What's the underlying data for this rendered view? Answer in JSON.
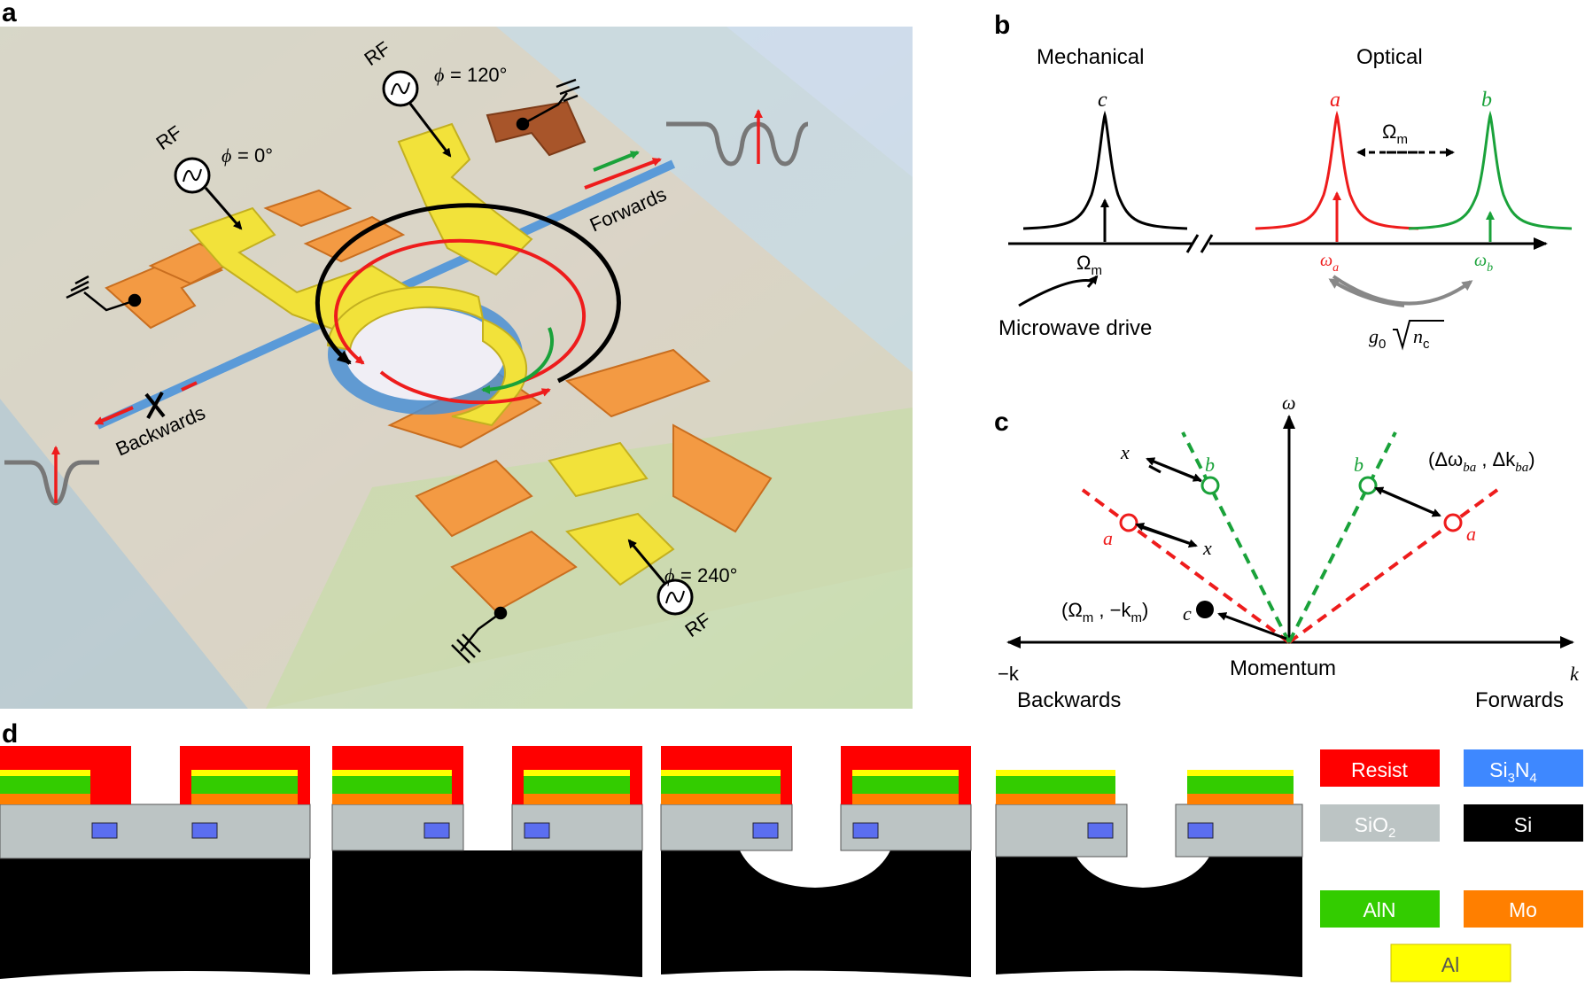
{
  "panel_a": {
    "label": "a",
    "rf": "RF",
    "phi_0": "= 0°",
    "phi_120": "= 120°",
    "phi_240": "= 240°",
    "phi": "ϕ",
    "forwards": "Forwards",
    "backwards": "Backwards"
  },
  "panel_b": {
    "label": "b",
    "mechanical": "Mechanical",
    "optical": "Optical",
    "c": "c",
    "a": "a",
    "b": "b",
    "omega_m": "Ω",
    "omega_m_sub": "m",
    "omega_a": "ω",
    "omega_a_sub": "a",
    "omega_b": "ω",
    "omega_b_sub": "b",
    "microwave_drive": "Microwave drive",
    "coupling": "g",
    "coupling_sub": "0",
    "coupling_n": "n",
    "coupling_n_sub": "c"
  },
  "panel_c": {
    "label": "c",
    "omega_axis": "ω",
    "x1": "x",
    "x2": "x",
    "b1": "b",
    "b2": "b",
    "a1": "a",
    "a2": "a",
    "c": "c",
    "delta_label": "(Δω",
    "delta_sub1": "ba",
    "delta_mid": " , Δk",
    "delta_sub2": "ba",
    "delta_end": ")",
    "omega_m_label": "(Ω",
    "omega_m_sub": "m",
    "omega_m_mid": " , −k",
    "omega_m_sub2": "m",
    "omega_m_end": ")",
    "minus_k": "−k",
    "k": "k",
    "momentum": "Momentum",
    "backwards": "Backwards",
    "forwards": "Forwards"
  },
  "panel_d": {
    "label": "d",
    "legend": {
      "resist": "Resist",
      "si3n4": "Si",
      "si3n4_sub1": "3",
      "si3n4_n": "N",
      "si3n4_sub2": "4",
      "sio2": "SiO",
      "sio2_sub": "2",
      "si": "Si",
      "aln": "AlN",
      "mo": "Mo",
      "al": "Al"
    },
    "colors": {
      "resist": "#ff0000",
      "si3n4": "#3e88ff",
      "sio2": "#bcc4c4",
      "si": "#000000",
      "aln": "#33cc00",
      "mo": "#ff7f00",
      "al": "#ffff00"
    }
  },
  "colors": {
    "red": "#ee1c1c",
    "green": "#1aa23a",
    "black": "#000000",
    "gray": "#808080"
  }
}
